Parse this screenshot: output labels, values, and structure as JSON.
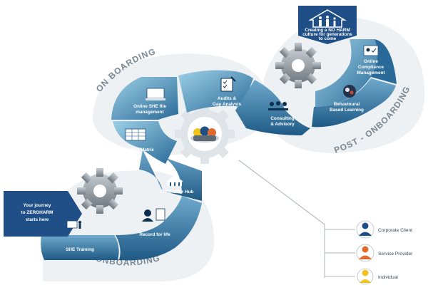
{
  "phases": {
    "pre": "PRE - ONBOARDING",
    "on": "ON BOARDING",
    "post": "POST - ONBOARDING"
  },
  "callouts": {
    "journey": [
      "Your journey",
      "to ZEROHARM",
      "starts here"
    ],
    "noharm": [
      "Creating a NO HARM",
      "culture for generations",
      "to come"
    ]
  },
  "segments": {
    "she_training": [
      "SHE Training"
    ],
    "record_for_life": [
      "Record for life"
    ],
    "contractor_hub": [
      "Contractor Hub"
    ],
    "training_matrix": [
      "Training Matrix"
    ],
    "online_she_file": [
      "Online SHE file",
      "management"
    ],
    "audits": [
      "Audits &",
      "Gap Analysis"
    ],
    "consulting": [
      "Consulting",
      "& Advisory"
    ],
    "behavioural": [
      "Behavioural",
      "Based Learning"
    ],
    "online_compliance": [
      "Online",
      "Compliance",
      "Management"
    ]
  },
  "legend": [
    {
      "label": "Corporate Client",
      "color": "#1f4f86"
    },
    {
      "label": "Service Provider",
      "color": "#e06a2c"
    },
    {
      "label": "Individual",
      "color": "#f2c31b"
    }
  ],
  "colors": {
    "segment_dark": "#1f5a86",
    "segment_light": "#8fc1d9",
    "arc_grey": "#e9ecef",
    "gear": "#8e979e"
  }
}
